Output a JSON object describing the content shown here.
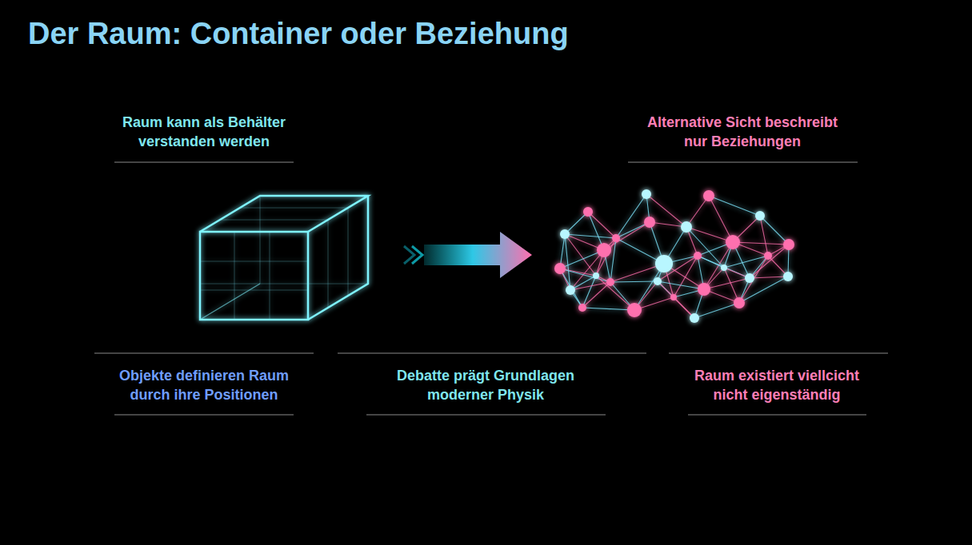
{
  "diagram": {
    "title": "Der Raum: Container oder Beziehung",
    "labels": [
      "Raum kann als Behälter verstanden werden",
      "Alternative Sicht beschreibt nur Beziehungen",
      "Objekte definieren Raum durch ihre Positionen",
      "Debatte prägt Grundlagen moderner Physik",
      "Raum existiert viellcicht nicht eigenständig"
    ]
  }
}
